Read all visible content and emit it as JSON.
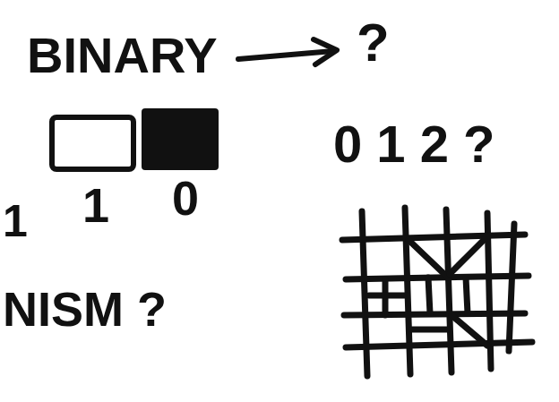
{
  "diagram": {
    "labels": [
      "BINARY",
      "?",
      "0 1 2 ?",
      "1",
      "1",
      "0",
      "NISM ?"
    ]
  }
}
